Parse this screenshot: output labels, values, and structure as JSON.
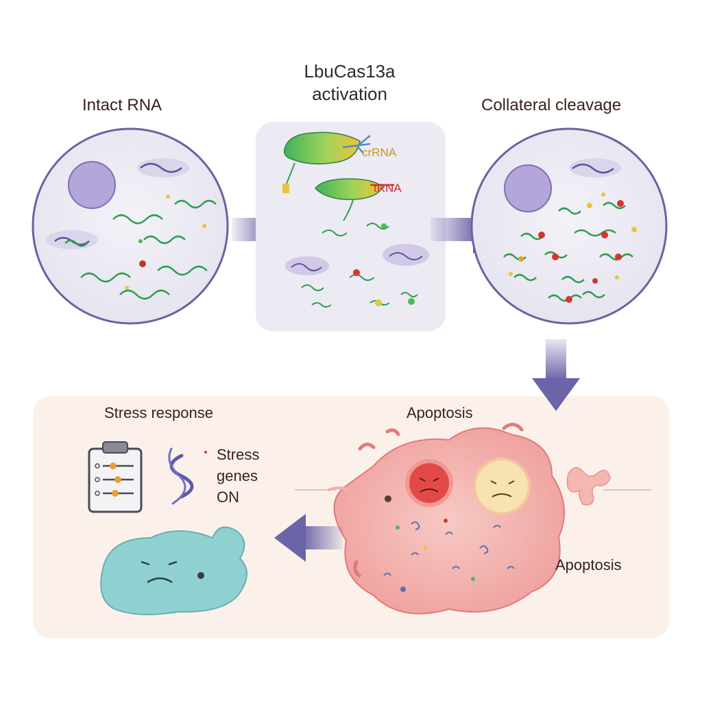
{
  "panels": {
    "intact": {
      "title": "Intact RNA"
    },
    "activation": {
      "title_line1": "LbuCas13a",
      "title_line2": "activation",
      "crrna_label": "crRNA",
      "target_label": "tRNA"
    },
    "collateral": {
      "title": "Collateral cleavage"
    },
    "stress": {
      "title": "Stress response",
      "genes_line1": "Stress",
      "genes_line2": "genes",
      "genes_line3": "ON"
    },
    "apoptosis": {
      "title": "Apoptosis",
      "side_label": "Apoptosis"
    }
  },
  "colors": {
    "cell_fill": "#ecebf3",
    "cell_border": "#6a61a0",
    "nucleus": "#b4a6d8",
    "rna_strand": "#2e9e4f",
    "arrow": "#6b64a8",
    "bottom_panel": "#fbf1ea",
    "apoptotic_cell": "#f2a7a7",
    "stressed_cell": "#8fd0d0",
    "cas_green": "#4cba5a",
    "cas_yellow": "#e8c53c",
    "cleavage_red": "#d9342b"
  },
  "icons": [
    "clipboard-icon",
    "dna-helix-icon",
    "sad-face-icon"
  ]
}
